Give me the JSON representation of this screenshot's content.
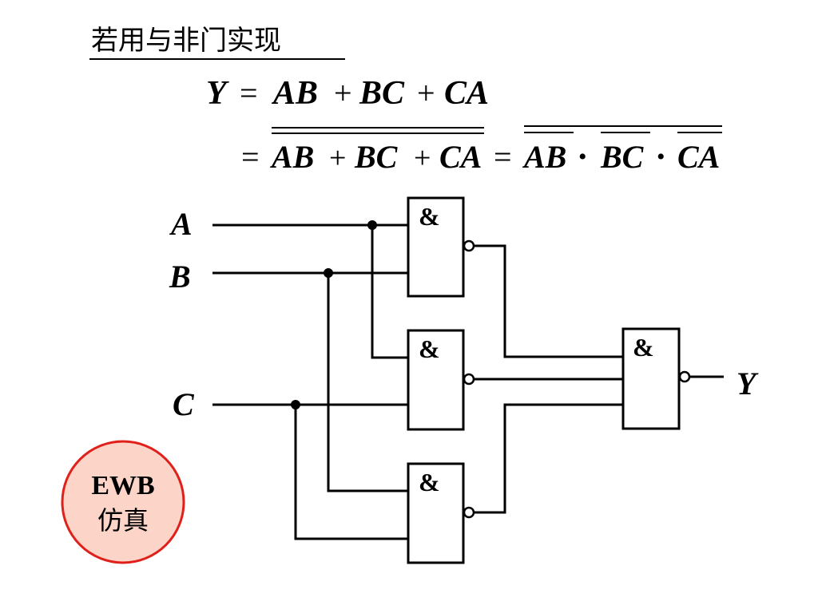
{
  "title": "若用与非门实现",
  "equations": {
    "line1": {
      "lhs": "Y",
      "eq": "=",
      "terms": [
        "AB",
        "BC",
        "CA"
      ],
      "op": "+"
    },
    "line2": {
      "eq": "=",
      "part1_terms": [
        "AB",
        "BC",
        "CA"
      ],
      "part1_op": "+",
      "eq2": "=",
      "part2_terms": [
        "AB",
        "BC",
        "CA"
      ],
      "part2_op": "•"
    }
  },
  "circuit": {
    "inputs": [
      "A",
      "B",
      "C"
    ],
    "output": "Y",
    "gate_symbol": "&",
    "gates": [
      "gate-1",
      "gate-2",
      "gate-3",
      "gate-4"
    ]
  },
  "badge": {
    "line1": "EWB",
    "line2": "仿真",
    "fill_color": "#fcd5c8",
    "border_color": "#e0201b"
  }
}
